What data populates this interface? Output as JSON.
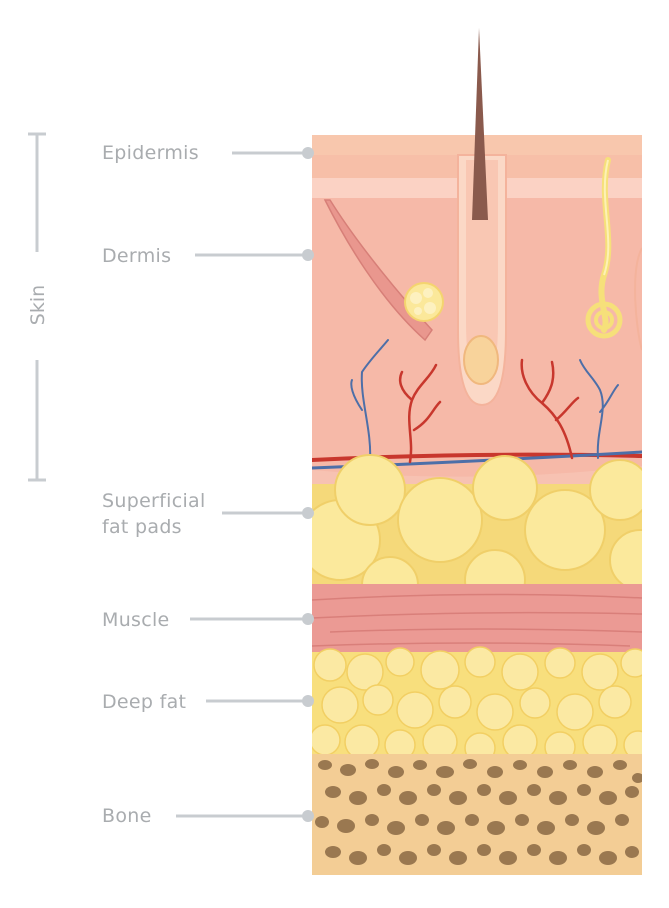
{
  "labels": {
    "skin": "Skin",
    "epidermis": "Epidermis",
    "dermis": "Dermis",
    "superficial_fat": "Superficial\nfat pads",
    "muscle": "Muscle",
    "deep_fat": "Deep fat",
    "bone": "Bone"
  },
  "colors": {
    "label_text": "#a9acaf",
    "leader": "#c8ccd0",
    "epidermis": "#f7bfa8",
    "dermis": "#f6b9a8",
    "fat": "#f7e58f",
    "muscle": "#eb9a94",
    "deep_fat": "#f8df7d",
    "bone": "#f3cd95",
    "artery": "#c8372d",
    "vein": "#4d6fa8",
    "hair": "#8a5a4d"
  }
}
